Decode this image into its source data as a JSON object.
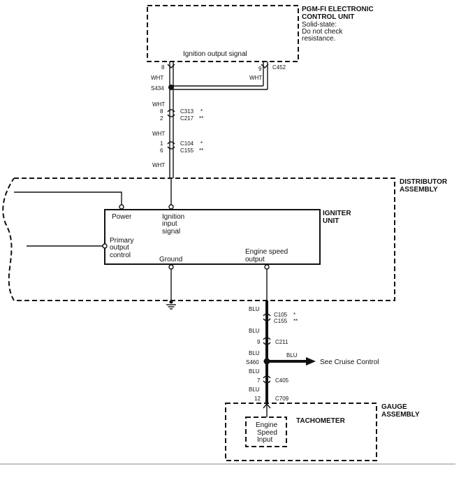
{
  "ecu": {
    "title_line1": "PGM-FI ELECTRONIC",
    "title_line2": "CONTROL UNIT",
    "note_line1": "Solid-state:",
    "note_line2": "Do not check",
    "note_line3": "resistance.",
    "output_label": "Ignition output signal"
  },
  "top_harness": {
    "pin_left": "8",
    "pin_right": "9",
    "conn_c452": "C452",
    "wire_left": "WHT",
    "wire_right": "WHT",
    "splice": "S434",
    "wire_a": "WHT",
    "c313_pin": "8",
    "c313": "C313",
    "c313_mark": "*",
    "c217_pin": "2",
    "c217": "C217",
    "c217_mark": "**",
    "wire_b": "WHT",
    "c104_pin": "1",
    "c104": "C104",
    "c104_mark": "*",
    "c155_pin": "6",
    "c155": "C155",
    "c155_mark": "**",
    "wire_c": "WHT"
  },
  "distributor": {
    "title_line1": "DISTRIBUTOR",
    "title_line2": "ASSEMBLY",
    "igniter_line1": "IGNITER",
    "igniter_line2": "UNIT",
    "power": "Power",
    "ign_line1": "Ignition",
    "ign_line2": "input",
    "ign_line3": "signal",
    "primary_line1": "Primary",
    "primary_line2": "output",
    "primary_line3": "control",
    "ground": "Ground",
    "eng_line1": "Engine speed",
    "eng_line2": "output"
  },
  "bottom_harness": {
    "wire_1": "BLU",
    "c105": "C105",
    "c105_mark": "*",
    "c155": "C155",
    "c155_mark": "**",
    "wire_2": "BLU",
    "c211_pin": "9",
    "c211": "C211",
    "splice": "S460",
    "branch_wire": "BLU",
    "see_cruise": "See Cruise Control",
    "wire_3": "BLU",
    "c405_pin": "7",
    "c405": "C405",
    "wire_4": "BLU",
    "c709_pin": "12",
    "c709": "C709"
  },
  "gauge": {
    "title_line1": "GAUGE",
    "title_line2": "ASSEMBLY",
    "tachometer": "TACHOMETER",
    "engine_line1": "Engine",
    "engine_line2": "Speed",
    "engine_line3": "Input"
  }
}
